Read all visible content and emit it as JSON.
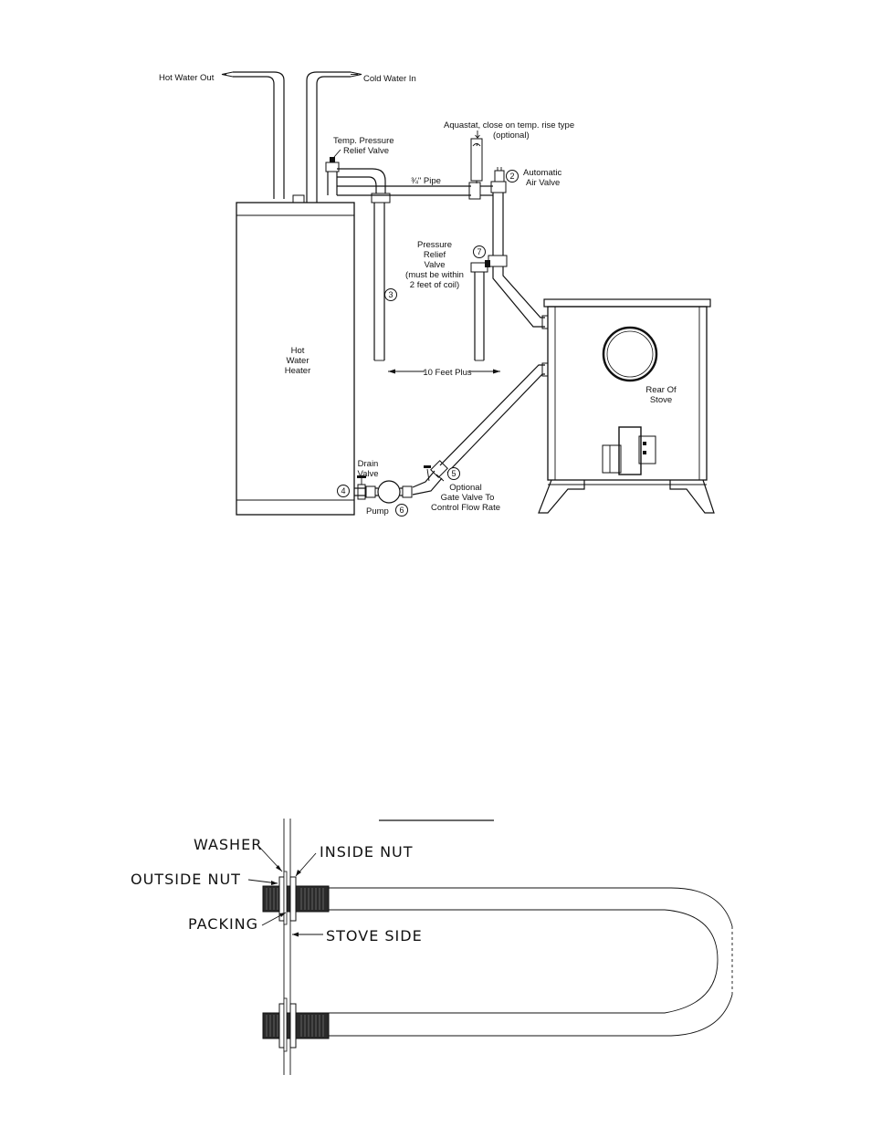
{
  "top_diagram": {
    "labels": {
      "hot_water_out": "Hot Water Out",
      "cold_water_in": "Cold Water In",
      "aquastat_1": "Aquastat, close on temp. rise type",
      "aquastat_2": "(optional)",
      "temp_pressure_1": "Temp. Pressure",
      "temp_pressure_2": "Relief Valve",
      "automatic_1": "Automatic",
      "automatic_2": "Air Valve",
      "pipe": "¾\" Pipe",
      "pressure_1": "Pressure",
      "pressure_2": "Relief",
      "pressure_3": "Valve",
      "pressure_4": "(must be within",
      "pressure_5": "2 feet of coil)",
      "heater_1": "Hot",
      "heater_2": "Water",
      "heater_3": "Heater",
      "distance": "10 Feet Plus",
      "stove_1": "Rear Of",
      "stove_2": "Stove",
      "drain_1": "Drain",
      "drain_2": "Valve",
      "pump": "Pump",
      "gate_1": "Optional",
      "gate_2": "Gate Valve To",
      "gate_3": "Control Flow Rate"
    },
    "callouts": {
      "n2": "2",
      "n3": "3",
      "n4": "4",
      "n5": "5",
      "n6": "6",
      "n7": "7"
    }
  },
  "bottom_diagram": {
    "labels": {
      "washer": "WASHER",
      "inside_nut": "INSIDE NUT",
      "outside_nut": "OUTSIDE NUT",
      "packing": "PACKING",
      "stove_side": "STOVE SIDE"
    }
  }
}
